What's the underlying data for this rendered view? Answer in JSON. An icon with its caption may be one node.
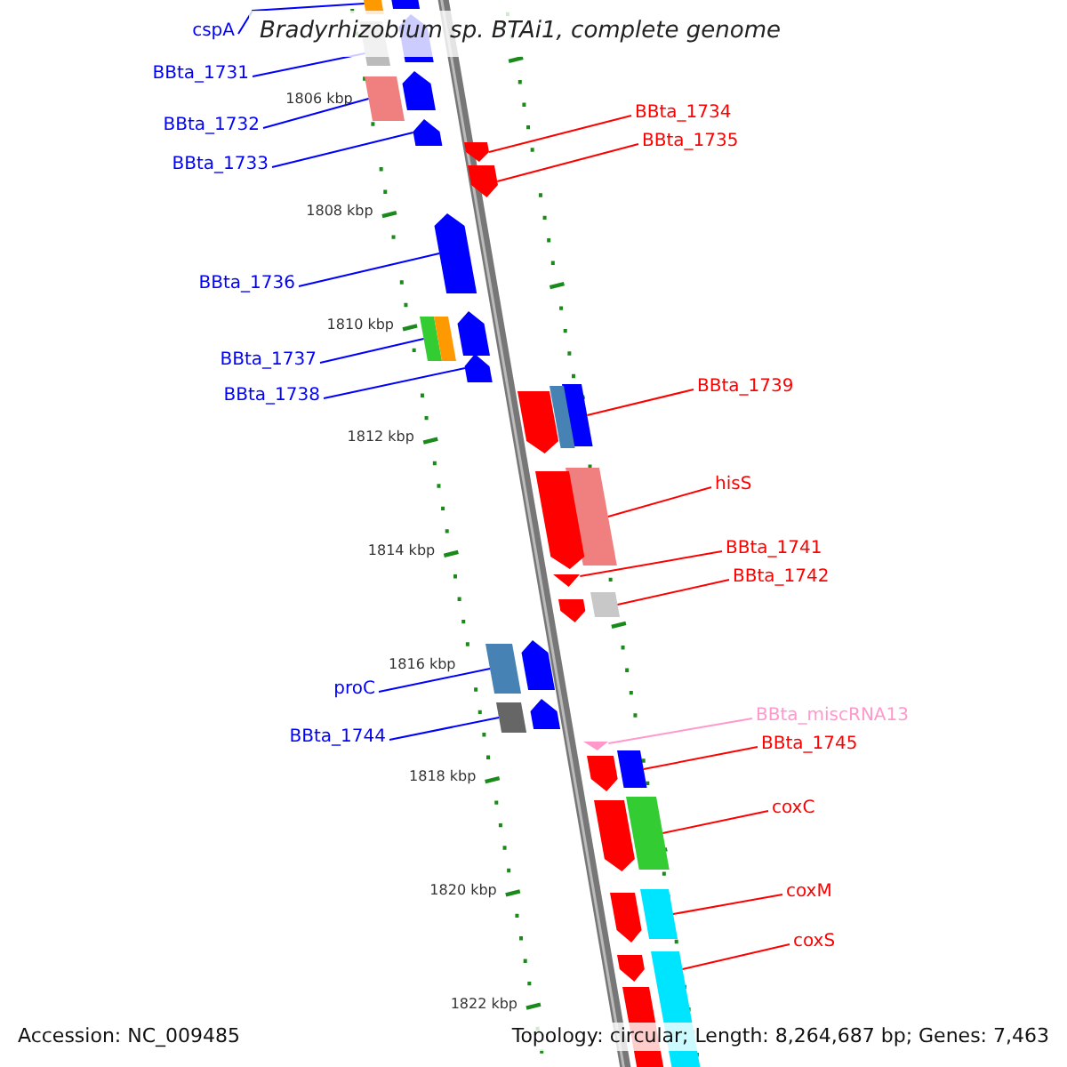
{
  "diagram": {
    "title": "Bradyrhizobium sp. BTAi1, complete genome",
    "nodes": [
      {
        "text": [
          "cspA"
        ]
      },
      {
        "text": [
          "BBta_1731"
        ]
      },
      {
        "text": [
          "BBta_1734"
        ]
      },
      {
        "text": [
          "BBta_1732"
        ]
      },
      {
        "text": [
          "BBta_1735"
        ]
      },
      {
        "text": [
          "BBta_1733"
        ]
      },
      {
        "text": [
          "BBta_1736"
        ]
      },
      {
        "text": [
          "BBta_1737"
        ]
      },
      {
        "text": [
          "BBta_1739"
        ]
      },
      {
        "text": [
          "BBta_1738"
        ]
      },
      {
        "text": [
          "hisS"
        ]
      },
      {
        "text": [
          "BBta_1741"
        ]
      },
      {
        "text": [
          "BBta_1742"
        ]
      },
      {
        "text": [
          "proC"
        ]
      },
      {
        "text": [
          "BBta_miscRNA13"
        ]
      },
      {
        "text": [
          "BBta_1744"
        ]
      },
      {
        "text": [
          "BBta_1745"
        ]
      },
      {
        "text": [
          "coxC"
        ]
      },
      {
        "text": [
          "coxM"
        ]
      },
      {
        "text": [
          "coxS"
        ]
      },
      {
        "text": [],
        "shape": "box"
      },
      {
        "text": [],
        "shape": "box"
      },
      {
        "text": [],
        "shape": "box"
      },
      {
        "text": [],
        "shape": "pentagon"
      },
      {
        "text": [],
        "shape": "pentagon"
      },
      {
        "text": [],
        "shape": "pentagon"
      },
      {
        "text": [],
        "shape": "pentagon"
      },
      {
        "text": [],
        "shape": "box"
      },
      {
        "text": [],
        "shape": "pentagon"
      },
      {
        "text": [],
        "shape": "box"
      },
      {
        "text": [],
        "shape": "box"
      },
      {
        "text": [],
        "shape": "triangle"
      },
      {
        "text": [],
        "shape": "box"
      },
      {
        "text": [],
        "shape": "box"
      },
      {
        "text": [],
        "shape": "box"
      },
      {
        "text": [],
        "shape": "triangle"
      },
      {
        "text": [],
        "shape": "box"
      },
      {
        "text": [],
        "shape": "box"
      },
      {
        "text": [],
        "shape": "box"
      },
      {
        "text": [],
        "shape": "box"
      },
      {
        "text": [],
        "shape": "pentagon"
      },
      {
        "text": [],
        "shape": "pentagon"
      },
      {
        "text": [],
        "shape": "pentagon"
      },
      {
        "text": [],
        "shape": "box"
      },
      {
        "text": [],
        "shape": "pentagon"
      },
      {
        "text": [],
        "shape": "pentagon"
      },
      {
        "text": [],
        "shape": "box"
      },
      {
        "text": [],
        "shape": "pentagon"
      },
      {
        "text": [],
        "shape": "pentagon"
      },
      {
        "text": [],
        "shape": "pentagon"
      },
      {
        "text": [],
        "shape": "pentagon"
      },
      {
        "text": [],
        "shape": "pentagon"
      },
      {
        "text": [],
        "shape": "pentagon"
      },
      {
        "text": [],
        "shape": "pentagon"
      },
      {
        "text": [],
        "shape": "pentagon"
      },
      {
        "text": [],
        "shape": "pentagon"
      }
    ],
    "edges": [
      {
        "from": 0,
        "to": 20,
        "arrow": "none",
        "color": "#0000ff"
      },
      {
        "from": 1,
        "to": 21,
        "arrow": "none",
        "color": "#0000ff"
      },
      {
        "from": 2,
        "to": 24,
        "arrow": "none"
      },
      {
        "from": 3,
        "to": 22,
        "arrow": "none",
        "color": "#0000ff"
      },
      {
        "from": 4,
        "to": 25,
        "arrow": "none"
      },
      {
        "from": 5,
        "to": 23,
        "arrow": "none",
        "color": "#0000ff"
      },
      {
        "from": 6,
        "to": 26,
        "arrow": "none",
        "color": "#0000ff"
      },
      {
        "from": 7,
        "to": 27,
        "arrow": "none",
        "color": "#0000ff"
      },
      {
        "from": 8,
        "to": 29,
        "arrow": "none"
      },
      {
        "from": 9,
        "to": 28,
        "arrow": "none",
        "color": "#0000ff"
      },
      {
        "from": 10,
        "to": 30,
        "arrow": "none"
      },
      {
        "from": 11,
        "to": 31,
        "arrow": "none"
      },
      {
        "from": 12,
        "to": 32,
        "arrow": "none"
      },
      {
        "from": 13,
        "to": 33,
        "arrow": "none",
        "color": "#0000ff"
      },
      {
        "from": 14,
        "to": 35,
        "arrow": "none",
        "color": "#ff99cc"
      },
      {
        "from": 15,
        "to": 34,
        "arrow": "none",
        "color": "#0000ff"
      },
      {
        "from": 16,
        "to": 36,
        "arrow": "none"
      },
      {
        "from": 17,
        "to": 37,
        "arrow": "none"
      },
      {
        "from": 18,
        "to": 38,
        "arrow": "none"
      },
      {
        "from": 19,
        "to": 39,
        "arrow": "none"
      }
    ],
    "labels": [
      "1806 kbp",
      "1808 kbp",
      "1810 kbp",
      "1812 kbp",
      "1814 kbp",
      "1816 kbp",
      "1818 kbp",
      "1820 kbp",
      "1822 kbp",
      "Accession: NC_009485",
      "Topology: circular; Length: 8,264,687 bp; Genes: 7,463"
    ]
  }
}
